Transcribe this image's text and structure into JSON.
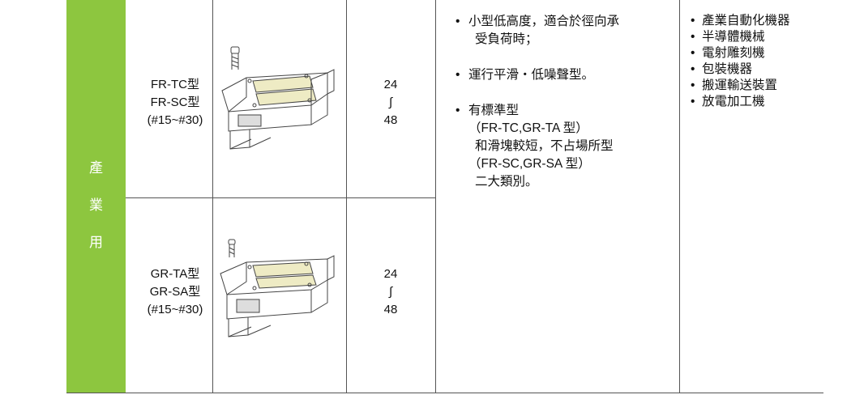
{
  "category": {
    "chars": [
      "產",
      "業",
      "用"
    ]
  },
  "rows": [
    {
      "model_lines": [
        "FR-TC型",
        "FR-SC型",
        "(#15~#30)"
      ],
      "load_lines": [
        "24",
        "∫",
        "48"
      ]
    },
    {
      "model_lines": [
        "GR-TA型",
        "GR-SA型",
        "(#15~#30)"
      ],
      "load_lines": [
        "24",
        "∫",
        "48"
      ]
    }
  ],
  "features": [
    {
      "lines": [
        "小型低高度，適合於徑向承",
        "受負荷時；"
      ]
    },
    {
      "lines": [
        "運行平滑・低噪聲型。"
      ]
    },
    {
      "lines": [
        "有標準型",
        "（FR-TC,GR-TA 型）",
        "和滑塊較短，不占場所型",
        "（FR-SC,GR-SA 型）",
        "二大類別。"
      ]
    }
  ],
  "applications": [
    "產業自動化機器",
    "半導體機械",
    "電射雕刻機",
    "包裝機器",
    "搬運輸送裝置",
    "放電加工機"
  ],
  "colors": {
    "category_bg": "#8dc63f",
    "category_text": "#ffffff",
    "rail_pad": "#eeebc4",
    "grid_line": "#555555"
  },
  "icons": [
    "linear-guide-block-icon"
  ]
}
